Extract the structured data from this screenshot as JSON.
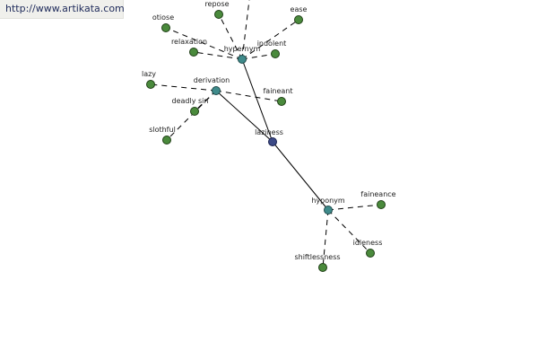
{
  "watermark": "http://www.artikata.com",
  "center": {
    "label": "laziness"
  },
  "groups": [
    {
      "id": "hypernym",
      "label": "hypernym",
      "children": [
        "repose",
        "ease",
        "indolent",
        "relaxation",
        "otiose"
      ]
    },
    {
      "id": "derivation",
      "label": "derivation",
      "children": [
        "lazy",
        "deadly sin",
        "slothful",
        "faineant"
      ]
    },
    {
      "id": "hyponym",
      "label": "hyponym",
      "children": [
        "faineance",
        "idleness",
        "shiftlessness"
      ]
    }
  ],
  "colors": {
    "word_node": "#4a8a3c",
    "relation_node": "#3f8b8b",
    "center_node": "#3c4a86"
  }
}
